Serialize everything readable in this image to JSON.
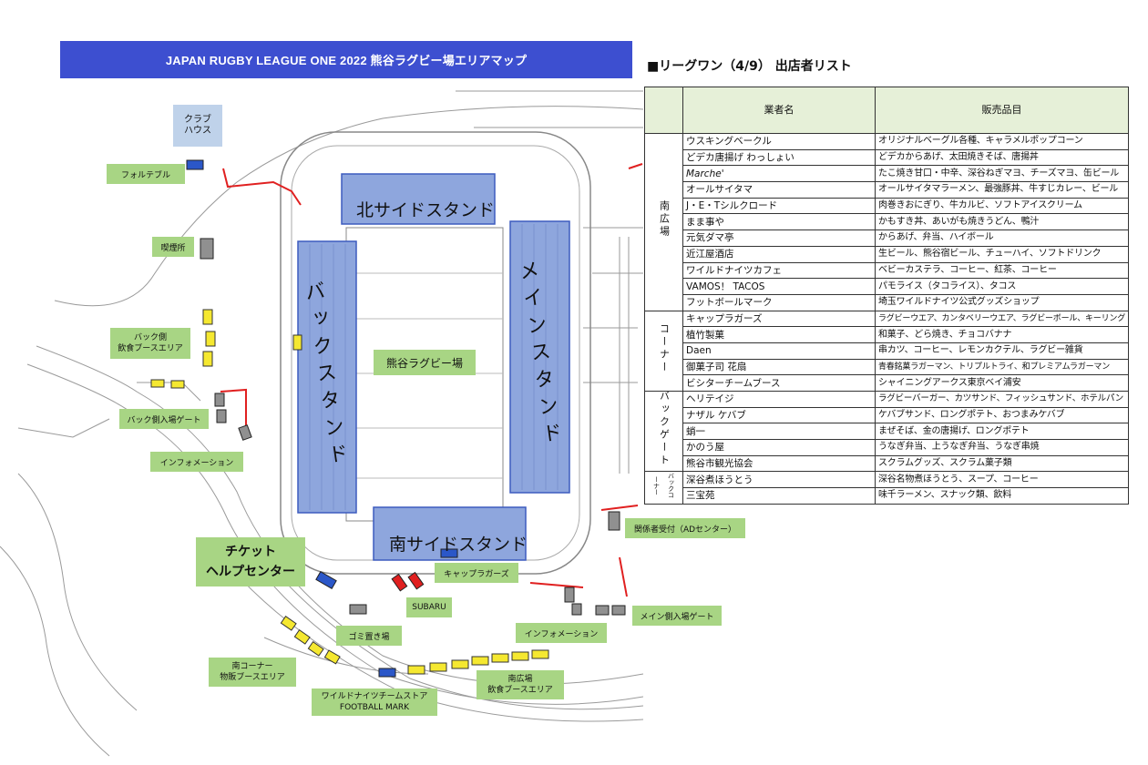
{
  "banner": {
    "title": "JAPAN RUGBY LEAGUE ONE 2022 熊谷ラグビー場エリアマップ"
  },
  "vendor_list": {
    "title": "■リーグワン（4/9） 出店者リスト",
    "headers": {
      "vendor": "業者名",
      "items": "販売品目"
    },
    "sections": [
      {
        "label": "南広場",
        "rows": [
          {
            "vendor": "ウスキングベークル",
            "items": "オリジナルベーグル各種、キャラメルポップコーン"
          },
          {
            "vendor": "どデカ唐揚げ わっしょい",
            "items": "どデカからあげ、太田焼きそば、唐揚丼"
          },
          {
            "vendor": "Marche'",
            "items": "たこ焼き甘口・中辛、深谷ねぎマヨ、チーズマヨ、缶ビール"
          },
          {
            "vendor": "オールサイタマ",
            "items": "オールサイタマラーメン、最強豚丼、牛すじカレー、ビール"
          },
          {
            "vendor": "J・E・Tシルクロード",
            "items": "肉巻きおにぎり、牛カルビ、ソフトアイスクリーム"
          },
          {
            "vendor": "まま事や",
            "items": "かもすき丼、あいがも焼きうどん、鴨汁"
          },
          {
            "vendor": "元気ダマ亭",
            "items": "からあげ、弁当、ハイボール"
          },
          {
            "vendor": "近江屋酒店",
            "items": "生ビール、熊谷宿ビール、チューハイ、ソフトドリンク"
          },
          {
            "vendor": "ワイルドナイツカフェ",
            "items": "ベビーカステラ、コーヒー、紅茶、コーヒー"
          },
          {
            "vendor": "VAMOS！ TACOS",
            "items": "パモライス（タコライス）、タコス"
          },
          {
            "vendor": "フットボールマーク",
            "items": "埼玉ワイルドナイツ公式グッズショップ"
          }
        ]
      },
      {
        "label": "コーナー",
        "rows": [
          {
            "vendor": "キャップラガーズ",
            "items": "ラグビーウエア、カンタベリーウエア、ラグビーボール、キーリング"
          },
          {
            "vendor": "植竹製菓",
            "items": "和菓子、どら焼き、チョコバナナ"
          },
          {
            "vendor": "Daen",
            "items": "串カツ、コーヒー、レモンカクテル、ラグビー雑貨"
          },
          {
            "vendor": "御菓子司 花扇",
            "items": "青春銘菓ラガーマン、トリプルトライ、和プレミアムラガーマン"
          },
          {
            "vendor": "ビシターチームブース",
            "items": "シャイニングアークス東京ベイ浦安"
          }
        ]
      },
      {
        "label": "バックゲート",
        "rows": [
          {
            "vendor": "ヘリテイジ",
            "items": "ラグビーバーガー、カツサンド、フィッシュサンド、ホテルパン"
          },
          {
            "vendor": "ナザル ケバブ",
            "items": "ケバブサンド、ロングポテト、おつまみケバブ"
          },
          {
            "vendor": "蛸一",
            "items": "まぜそば、金の唐揚げ、ロングポテト"
          },
          {
            "vendor": "かのう屋",
            "items": "うなぎ弁当、上うなぎ弁当、うなぎ串焼"
          },
          {
            "vendor": "熊谷市観光協会",
            "items": "スクラムグッズ、スクラム菓子類"
          }
        ]
      },
      {
        "label": "バックコーナー",
        "rows": [
          {
            "vendor": "深谷煮ほうとう",
            "items": "深谷名物煮ほうとう、スープ、コーヒー"
          },
          {
            "vendor": "三宝苑",
            "items": "味千ラーメン、スナック類、飲料"
          }
        ]
      }
    ]
  },
  "map": {
    "colors": {
      "stand": "#8ea6dd",
      "label_bg": "#a8d584",
      "booth_yellow": "#f5e830",
      "booth_blue": "#2b57c8",
      "booth_red": "#e02020",
      "booth_gray": "#909090",
      "boundary": "#e02020"
    },
    "stands": {
      "north": "北サイドスタンド",
      "south": "南サイドスタンド",
      "main": "メインスタンド",
      "back": "バックスタンド"
    },
    "field_label": "熊谷ラグビー場",
    "labels": {
      "clubhouse": "クラブ\nハウス",
      "fortable": "フォルテブル",
      "smoking": "喫煙所",
      "back_food": "バック側\n飲食ブースエリア",
      "back_gate": "バック側入場ゲート",
      "info_west": "インフォメーション",
      "ticket": "チケット\nヘルプセンター",
      "capp": "キャップラガーズ",
      "subaru": "SUBARU",
      "garbage": "ゴミ置き場",
      "info_south": "インフォメーション",
      "main_gate": "メイン側入場ゲート",
      "staff": "関係者受付（ADセンター）",
      "south_corner": "南コーナー\n物販ブースエリア",
      "wk_store": "ワイルドナイツチームストア\nFOOTBALL MARK",
      "south_plaza": "南広場\n飲食ブースエリア"
    }
  }
}
